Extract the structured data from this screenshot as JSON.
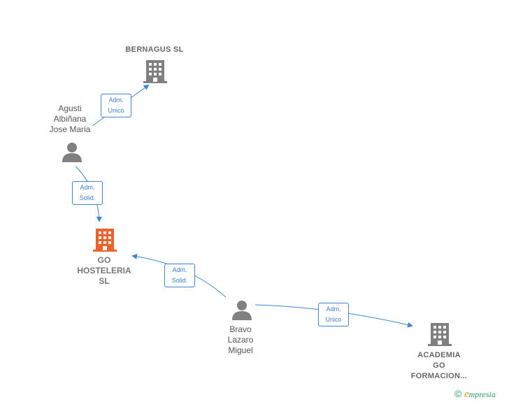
{
  "nodes": {
    "bernagus": {
      "label": "BERNAGUS  SL"
    },
    "agusti": {
      "lines": [
        "Agusti",
        "Albiñana",
        "Jose Maria"
      ]
    },
    "go_hosteleria": {
      "lines": [
        "GO",
        "HOSTELERIA",
        "SL"
      ]
    },
    "bravo": {
      "lines": [
        "Bravo",
        "Lazaro",
        "Miguel"
      ]
    },
    "academia": {
      "lines": [
        "ACADEMIA",
        "GO",
        "FORMACION..."
      ]
    }
  },
  "edges": {
    "agusti_bernagus": {
      "line1": "Adm.",
      "line2": "Unico"
    },
    "agusti_go": {
      "line1": "Adm.",
      "line2": "Solid."
    },
    "bravo_go": {
      "line1": "Adm.",
      "line2": "Solid."
    },
    "bravo_academia": {
      "line1": "Adm.",
      "line2": "Unico"
    }
  },
  "colors": {
    "edge": "#3a87d4",
    "company_icon": "#808080",
    "main_company_icon": "#f0602a",
    "person_icon": "#808080"
  },
  "brand": {
    "copyright": "©",
    "e": "e",
    "rest": "mpresia"
  }
}
